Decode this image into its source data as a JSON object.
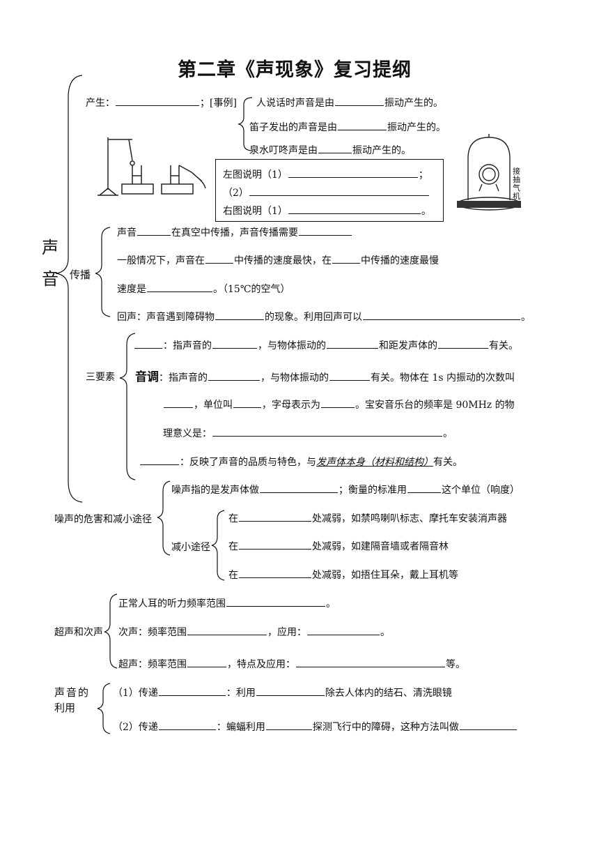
{
  "title": "第二章《声现象》复习提纲",
  "root": {
    "char1": "声",
    "char2": "音"
  },
  "production": {
    "label": "产生：",
    "sep": "；[事例]",
    "ex1_pre": "人说话时声音是由",
    "ex1_post": "振动产生的。",
    "ex2_pre": "笛子发出的声音是由",
    "ex2_post": "振动产生的。",
    "ex3_pre": "泉水叮咚声是由",
    "ex3_post": "振动产生的。",
    "box_line1": "左图说明（1）",
    "box_line1_end": "；",
    "box_line2": "（2）",
    "box_line3": "右图说明（1）",
    "box_line3_end": "。",
    "bell_label": "接抽气机"
  },
  "propagation": {
    "label": "传播",
    "l1_a": "声音",
    "l1_b": "在真空中传播，声音传播需要",
    "l2_a": "一般情况下，声音在",
    "l2_b": "中传播的速度最快，在",
    "l2_c": "中传播的速度最慢",
    "l3_a": "速度是",
    "l3_b": "。（15℃的空气）",
    "l4_a": "回声：声音遇到障碍物",
    "l4_b": "的现象。利用回声可以",
    "l4_c": "。"
  },
  "three_elements": {
    "label": "三要素",
    "l1_a": "：指声音的",
    "l1_b": "，与物体振动的",
    "l1_c": "和距发声体的",
    "l1_d": "有关。",
    "pitch": "音调",
    "l2_a": "：指声音的",
    "l2_b": "，与物体振动的",
    "l2_c": "有关。物体在 1s 内振动的次数叫",
    "l3_a": "，单位叫",
    "l3_b": "，字母表示为",
    "l3_c": "。宝安音乐台的频率是 90MHz 的物",
    "l4_a": "理意义是：",
    "l4_b": "。",
    "l5_a": "：反映了声音的品质与特色，与",
    "l5_em": "发声体本身（材料和结构）",
    "l5_b": "有关。"
  },
  "noise": {
    "label": "噪声的危害和减小途径",
    "l1_a": "噪声指的是发声体做",
    "l1_b": "；衡量的标准用",
    "l1_c": "这个单位（响度）",
    "sub": "减小途径",
    "r1_a": "在",
    "r1_b": "处减弱，如禁鸣喇叭标志、摩托车安装消声器",
    "r2_a": "在",
    "r2_b": "处减弱，如建隔音墙或者隔音林",
    "r3_a": "在",
    "r3_b": "处减弱，如捂住耳朵，戴上耳机等"
  },
  "ultra": {
    "label": "超声和次声",
    "l1_a": "正常人耳的听力频率范围",
    "l1_b": "。",
    "l2_a": "次声：频率范围",
    "l2_b": "，应用：",
    "l2_c": "。",
    "l3_a": "超声：频率范围",
    "l3_b": "，特点及应用：",
    "l3_c": "等。"
  },
  "use": {
    "label1": "声音的",
    "label2": "利用",
    "l1_a": "（1）传递",
    "l1_b": "：利用",
    "l1_c": "除去人体内的结石、清洗眼镜",
    "l2_a": "（2）传递",
    "l2_b": "：蝙蝠利用",
    "l2_c": "探测飞行中的障碍，这种方法叫做"
  }
}
